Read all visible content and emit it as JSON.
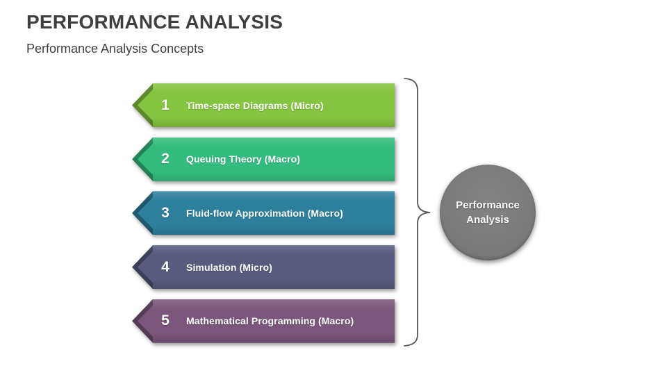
{
  "slide": {
    "title": "PERFORMANCE ANALYSIS",
    "subtitle": "Performance Analysis Concepts"
  },
  "list": {
    "items": [
      {
        "number": "1",
        "label": "Time-space Diagrams (Micro)",
        "color": "#85c440"
      },
      {
        "number": "2",
        "label": "Queuing Theory (Macro)",
        "color": "#34bb7e"
      },
      {
        "number": "3",
        "label": "Fluid-flow Approximation (Macro)",
        "color": "#2e7e9d"
      },
      {
        "number": "4",
        "label": "Simulation (Micro)",
        "color": "#585b7e"
      },
      {
        "number": "5",
        "label": "Mathematical Programming (Macro)",
        "color": "#7b557b"
      }
    ]
  },
  "summary": {
    "label": "Performance Analysis",
    "circle_color": "#7b7b7b"
  },
  "colors": {
    "brace": "#555555",
    "title_text": "#3f3f3f",
    "item_text": "#ffffff"
  }
}
